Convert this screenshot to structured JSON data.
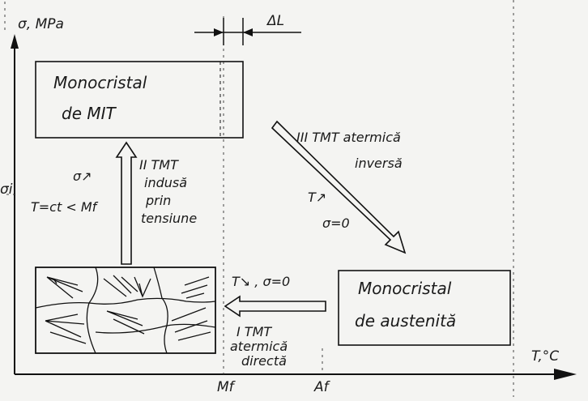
{
  "axes": {
    "y_label": "σ, MPa",
    "y_tick": "σi",
    "x_label": "T,°C",
    "x_ticks": [
      "Mf",
      "Af"
    ]
  },
  "delta_l": "ΔL",
  "boxes": {
    "mit": {
      "line1": "Monocristal",
      "line2": "de MIT"
    },
    "austenite": {
      "line1": "Monocristal",
      "line2": "de austenită"
    }
  },
  "transitions": {
    "tmt1": {
      "line1": "I TMT",
      "line2": "atermică",
      "line3": "directă",
      "conditions": "T↘ , σ=0"
    },
    "tmt2": {
      "line1": "II TMT",
      "line2": "indusă",
      "line3": "prin",
      "line4": "tensiune",
      "stress": "σ↗",
      "condition": "T=ct < Mf"
    },
    "tmt3": {
      "line1": "III TMT atermică",
      "line2": "inversă",
      "t_cond": "T↗",
      "s_cond": "σ=0"
    }
  }
}
